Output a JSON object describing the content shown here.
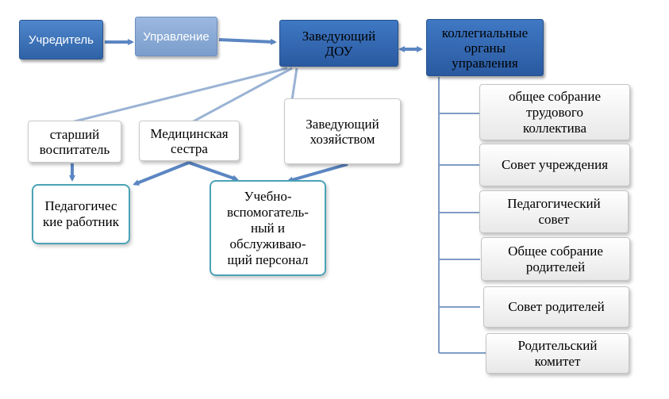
{
  "colors": {
    "accent": "#2f62a6",
    "light_accent": "#7a9dcc",
    "connector": "#7f9cc4",
    "teal_border": "#4aa3b5"
  },
  "nodes": {
    "founder": "Учредитель",
    "administration": "Управление",
    "head": "Заведующий\nДОУ",
    "collegial": "коллегиальные\nорганы\nуправления",
    "senior_educator": "старший\nвоспитатель",
    "nurse": "Медицинская\nсестра",
    "supply_manager": "Заведующий\nхозяйством",
    "teaching_staff": "Педагогичес\nкие работник",
    "support_staff": "Учебно-\nвспомогатель-\nный и\nобслуживаю-\nщий персонал"
  },
  "collegial_bodies": [
    "общее собрание\nтрудового\nколлектива",
    "Совет учреждения",
    "Педагогический\nсовет",
    "Общее собрание\nродителей",
    "Совет родителей",
    "Родительский\nкомитет"
  ]
}
